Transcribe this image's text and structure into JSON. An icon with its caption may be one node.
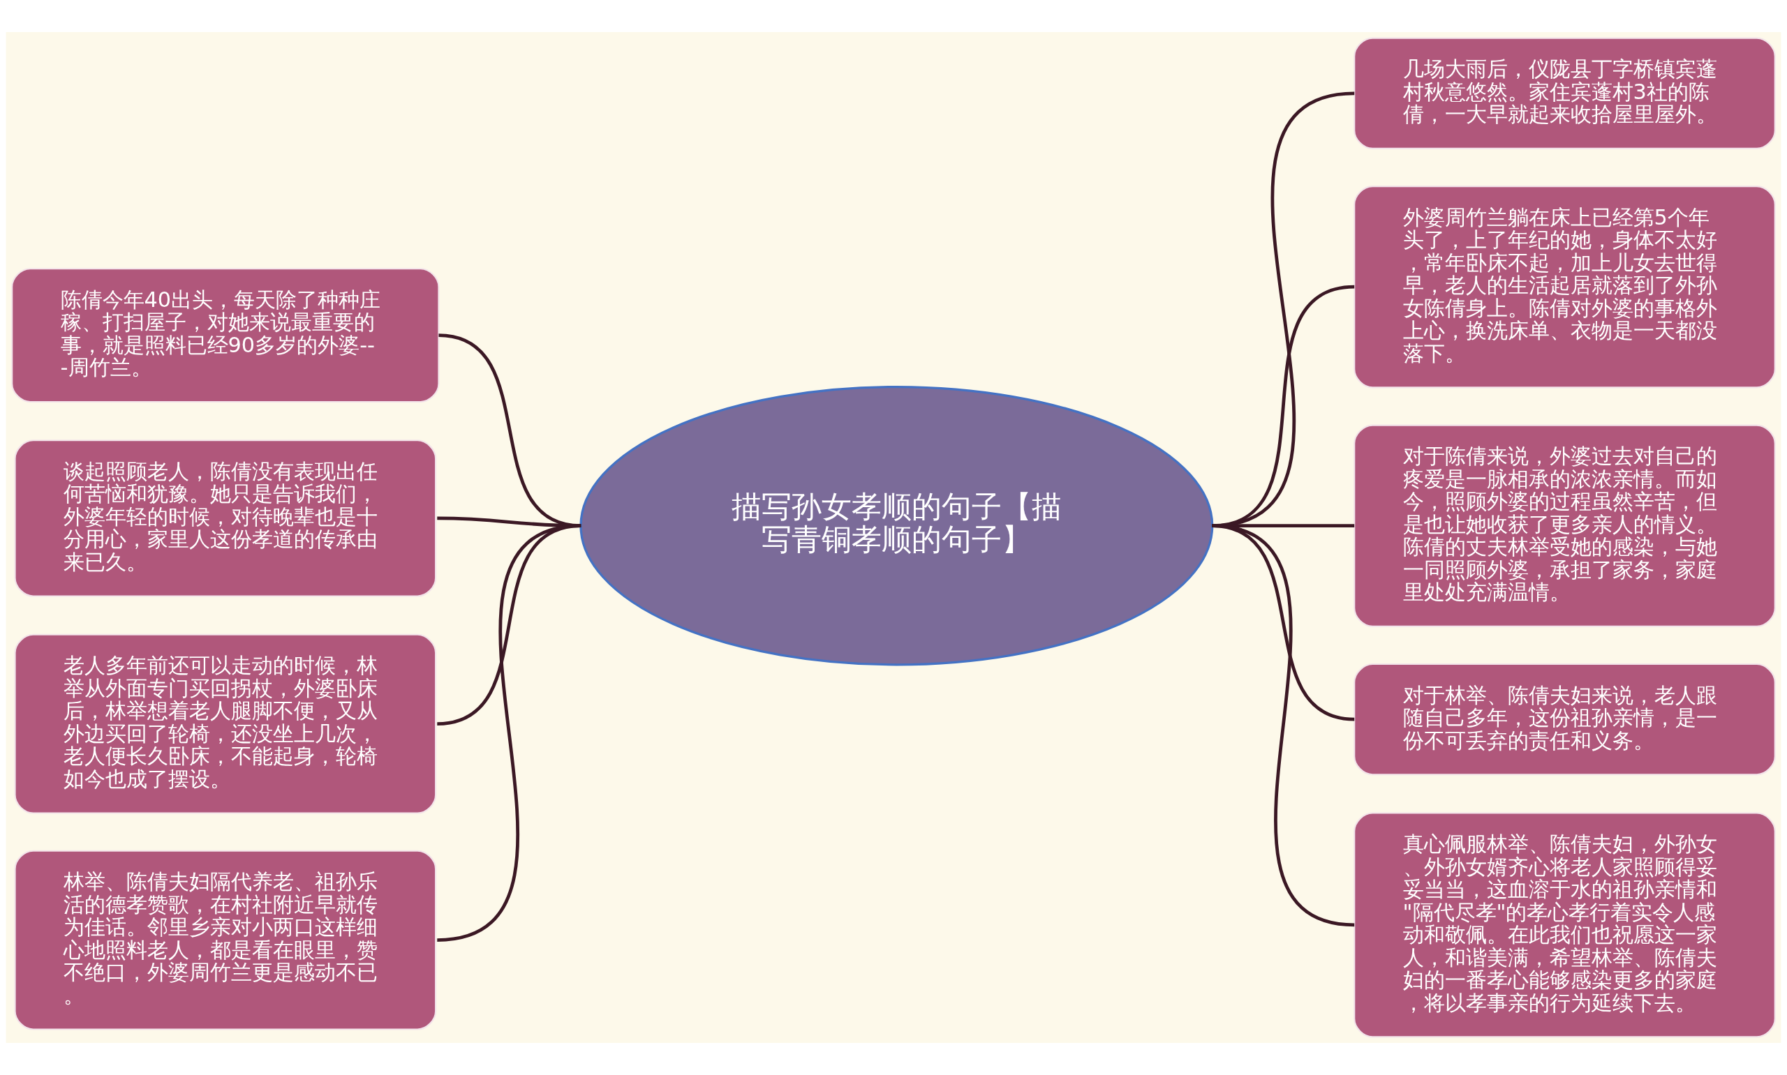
{
  "diagram": {
    "nodes": [
      {
        "text": [
          "描写孙女孝顺的句子【描写青铜孝顺的句子】"
        ]
      },
      {
        "text": [
          "陈倩今年40出头，每天除了种种庄稼、打扫屋子，对她来说最重要的事，就是照料已经90多岁的外婆---周竹兰。"
        ]
      },
      {
        "text": [
          "谈起照顾老人，陈倩没有表现出任何苦恼和犹豫。她只是告诉我们，外婆年轻的时候，对待晚辈也是十分用心，家里人这份孝道的传承由来已久。"
        ]
      },
      {
        "text": [
          "老人多年前还可以走动的时候，林举从外面专门买回拐杖，外婆卧床后，林举想着老人腿脚不便，又从外边买回了轮椅，还没坐上几次，老人便长久卧床，不能起身，轮椅如今也成了摆设。"
        ]
      },
      {
        "text": [
          "林举、陈倩夫妇隔代养老、祖孙乐活的德孝赞歌，在村社附近早就传为佳话。邻里乡亲对小两口这样细心地照料老人，都是看在眼里，赞不绝口，外婆周竹兰更是感动不已。"
        ]
      },
      {
        "text": [
          "几场大雨后，仪陇县丁字桥镇宾蓬村秋意悠然。家住宾蓬村3社的陈倩，一大早就起来收拾屋里屋外。"
        ]
      },
      {
        "text": [
          "外婆周竹兰躺在床上已经第5个年头了，上了年纪的她，身体不太好，常年卧床不起，加上儿女去世得早，老人的生活起居就落到了外孙女陈倩身上。陈倩对外婆的事格外上心，换洗床单、衣物是一天都没落下。"
        ]
      },
      {
        "text": [
          "对于陈倩来说，外婆过去对自己的疼爱是一脉相承的浓浓亲情。而如今，照顾外婆的过程虽然辛苦，但是也让她收获了更多亲人的情义。陈倩的丈夫林举受她的感染，与她一同照顾外婆，承担了家务，家庭里处处充满温情。"
        ]
      },
      {
        "text": [
          "对于林举、陈倩夫妇来说，老人跟随自己多年，这份祖孙亲情，是一份不可丢弃的责任和义务。"
        ]
      },
      {
        "text": [
          "真心佩服林举、陈倩夫妇，外孙女、外孙女婿齐心将老人家照顾得妥妥当当，这血溶于水的祖孙亲情和\"隔代尽孝\"的孝心孝行着实令人感动和敬佩。在此我们也祝愿这一家人，和谐美满，希望林举、陈倩夫妇的一番孝心能够感染更多的家庭，将以孝事亲的行为延续下去。"
        ]
      }
    ],
    "edges": [
      {
        "from": 0,
        "to": 1,
        "arrow": "none"
      },
      {
        "from": 0,
        "to": 2,
        "arrow": "none"
      },
      {
        "from": 0,
        "to": 3,
        "arrow": "none"
      },
      {
        "from": 0,
        "to": 4,
        "arrow": "none"
      },
      {
        "from": 0,
        "to": 5,
        "arrow": "none"
      },
      {
        "from": 0,
        "to": 6,
        "arrow": "none"
      },
      {
        "from": 0,
        "to": 7,
        "arrow": "none"
      },
      {
        "from": 0,
        "to": 8,
        "arrow": "none"
      },
      {
        "from": 0,
        "to": 9,
        "arrow": "none"
      }
    ]
  }
}
